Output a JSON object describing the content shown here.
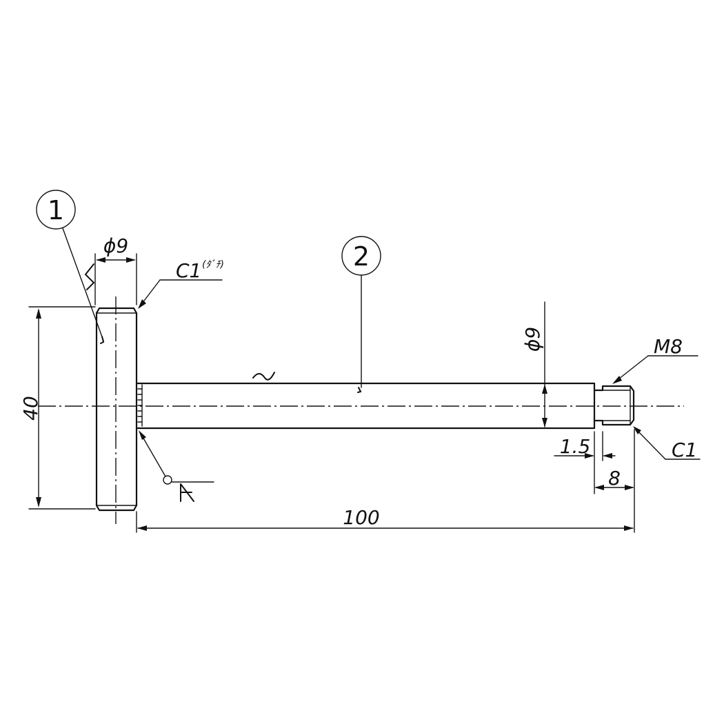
{
  "drawing": {
    "balloons": {
      "part1": "1",
      "part2": "2"
    },
    "dimensions": {
      "head_diameter": "ϕ9",
      "head_height": "40",
      "shaft_diameter": "ϕ9",
      "overall_length": "100",
      "thread_size": "M8",
      "thread_length": "8",
      "undercut": "1.5",
      "head_chamfer": "C1",
      "head_chamfer_note": "(ﾀﾞﾁ)",
      "thread_chamfer": "C1"
    },
    "symbols": {
      "weld": "welding-symbol",
      "finish": "surface-finish-mark"
    }
  }
}
